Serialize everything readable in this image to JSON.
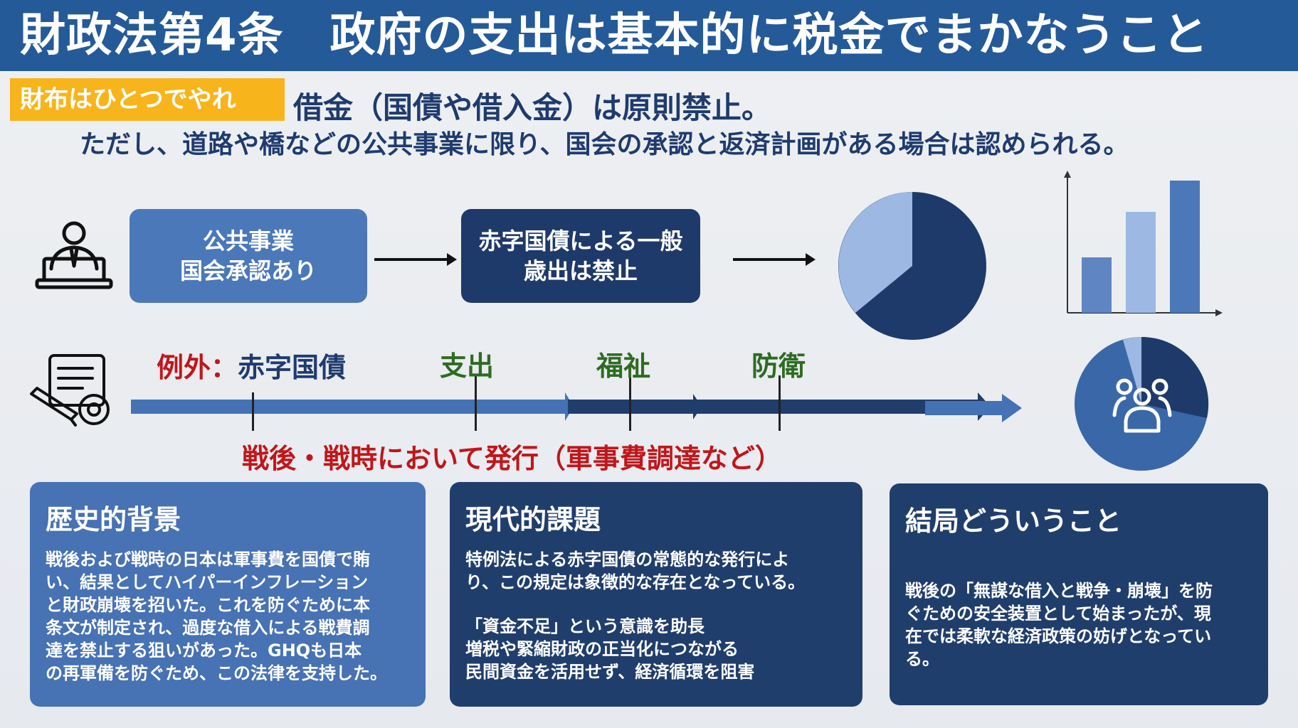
{
  "header": {
    "title": "財政法第4条　政府の支出は基本的に税金でまかなうこと"
  },
  "tag": {
    "label": "財布はひとつでやれ"
  },
  "intro": {
    "line1": "借金（国債や借入金）は原則禁止。",
    "line2": "ただし、道路や橋などの公共事業に限り、国会の承認と返済計画がある場合は認められる。"
  },
  "flow": {
    "box1": {
      "line1": "公共事業",
      "line2": "国会承認あり"
    },
    "box2": {
      "line1": "赤字国債による一般",
      "line2": "歳出は禁止"
    }
  },
  "timeline": {
    "exception_label": "例外",
    "exception_sep": "：",
    "exception_value": "赤字国債",
    "labels": [
      "支出",
      "福祉",
      "防衛"
    ],
    "caption": "戦後・戦時において発行（軍事費調達など）"
  },
  "colors": {
    "header": "#255a98",
    "tag": "#f7b51b",
    "accent_blue": "#4a78b8",
    "navy": "#1e3a6a",
    "red": "#c0161a",
    "green": "#2e6b22",
    "light_blue": "#9db8e3"
  },
  "icons": [
    "presenter-icon",
    "checklist-pencil-icon",
    "people-icon"
  ],
  "panels": {
    "history": {
      "title": "歴史的背景",
      "lines": [
        "戦後および戦時の日本は軍事費を国債で賄",
        "い、結果としてハイパーインフレーション",
        "と財政崩壊を招いた。これを防ぐために本",
        "条文が制定され、過度な借入による戦費調",
        "達を禁止する狙いがあった。GHQも日本",
        "の再軍備を防ぐため、この法律を支持した。"
      ]
    },
    "modern": {
      "title": "現代的課題",
      "lines": [
        "特例法による赤字国債の常態的な発行によ",
        "り、この規定は象徴的な存在となっている。"
      ],
      "bullets": [
        "「資金不足」という意識を助長",
        "増税や緊縮財政の正当化につながる",
        "民間資金を活用せず、経済循環を阻害"
      ]
    },
    "conclusion": {
      "title": "結局どういうこと",
      "lines": [
        "戦後の「無謀な借入と戦争・崩壊」を防",
        "ぐための安全装置として始まったが、現",
        "在では柔軟な経済政策の妨げとなってい",
        "る。"
      ]
    }
  }
}
